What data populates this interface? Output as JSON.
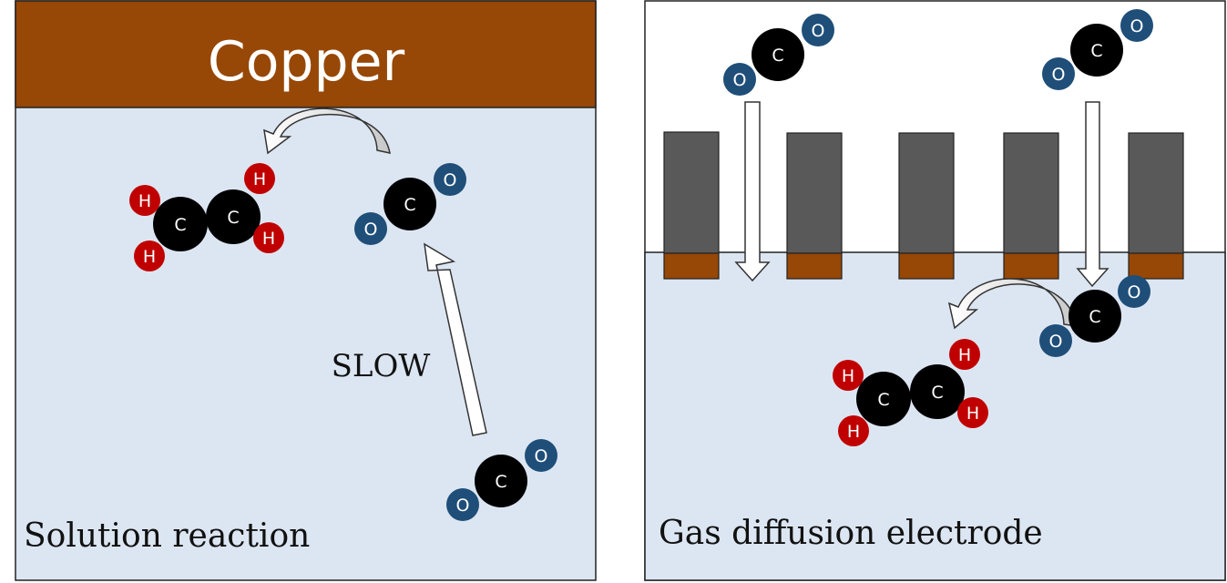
{
  "left_panel": {
    "banner_label": "Copper",
    "caption": "Solution reaction",
    "slow_label": "SLOW"
  },
  "right_panel": {
    "caption": "Gas diffusion electrode"
  },
  "atoms": {
    "carbon": "C",
    "oxygen": "O",
    "hydrogen": "H"
  },
  "colors": {
    "copper": "#974706",
    "solution": "#dce6f2",
    "electrode": "#595959",
    "carbon": "#000000",
    "oxygen": "#1f4e79",
    "hydrogen": "#c00000"
  }
}
